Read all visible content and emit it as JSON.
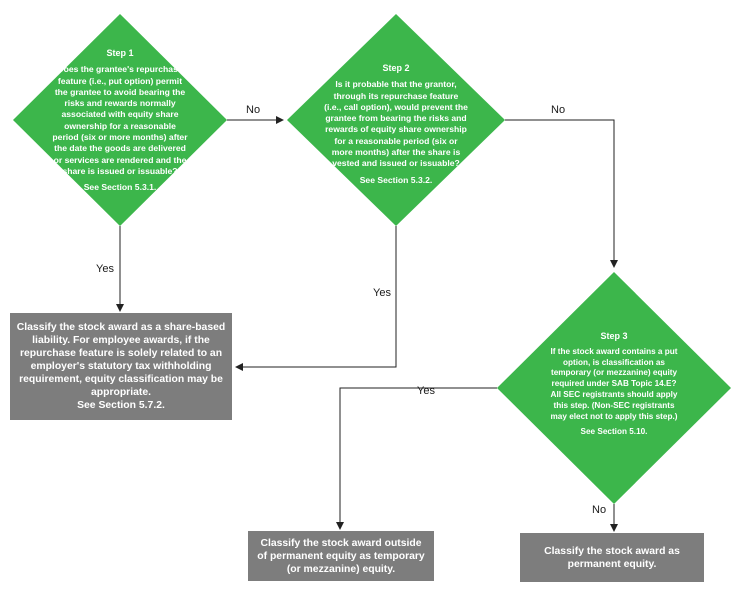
{
  "colors": {
    "decision": "#3cb64b",
    "outcome": "#7d7d7d",
    "connector": "#222222",
    "text_on_shape": "#ffffff"
  },
  "step1": {
    "title": "Step 1",
    "question": "Does the grantee's repurchase feature (i.e., put option) permit the grantee to avoid bearing the risks and rewards normally associated with equity share ownership for a reasonable period (six or more months) after the date the goods are delivered or services are rendered and the share is issued or issuable?",
    "reference": "See Section 5.3.1."
  },
  "step2": {
    "title": "Step 2",
    "question": "Is it probable that the grantor, through its repurchase feature (i.e., call option), would prevent the grantee from bearing the risks and rewards of equity share ownership for a reasonable period (six or more months) after the share is vested and issued or issuable?",
    "reference": "See Section 5.3.2."
  },
  "step3": {
    "title": "Step 3",
    "question": "If the stock award contains a put option, is classification as temporary (or mezzanine) equity required under SAB Topic 14.E? All SEC registrants should apply this step. (Non-SEC registrants may elect not to apply this step.)",
    "reference": "See Section 5.10."
  },
  "outcomes": {
    "liability": {
      "text": "Classify the stock award as a share-based liability. For employee awards, if the repurchase feature is solely related to an employer's statutory tax withholding requirement, equity classification may be appropriate.",
      "reference": "See Section 5.7.2."
    },
    "temporary": {
      "text": "Classify the stock award outside of permanent equity as temporary (or mezzanine) equity."
    },
    "permanent": {
      "text": "Classify the stock award as permanent equity."
    }
  },
  "edge_labels": {
    "s1_no": "No",
    "s1_yes": "Yes",
    "s2_no": "No",
    "s2_yes": "Yes",
    "s3_yes": "Yes",
    "s3_no": "No"
  }
}
